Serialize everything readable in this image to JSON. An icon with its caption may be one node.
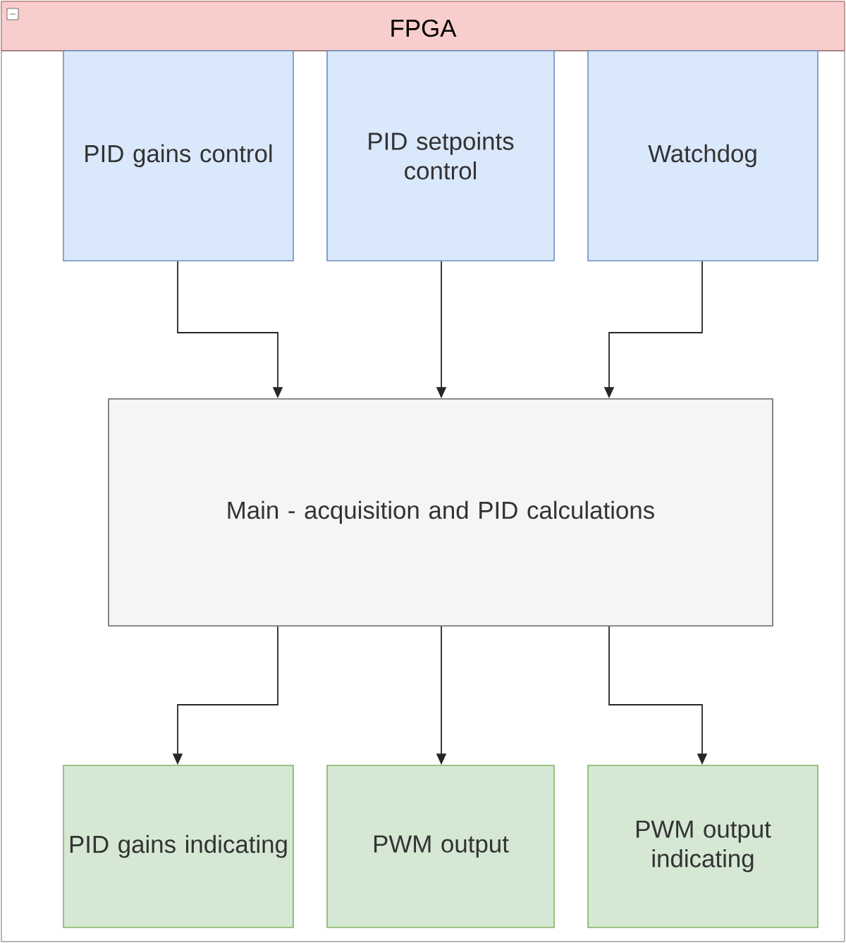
{
  "diagram": {
    "nodes": [
      {
        "text": [
          "FPGA"
        ]
      },
      {
        "text": [
          "PID gains control"
        ],
        "in": 0
      },
      {
        "text": [
          "PID setpoints control"
        ],
        "in": 0
      },
      {
        "text": [
          "Watchdog"
        ],
        "in": 0
      },
      {
        "text": [
          "Main - acquisition and PID calculations"
        ],
        "in": 0
      },
      {
        "text": [
          "PID gains indicating"
        ],
        "in": 0
      },
      {
        "text": [
          "PWM output"
        ],
        "in": 0
      },
      {
        "text": [
          "PWM output indicating"
        ],
        "in": 0
      }
    ],
    "edges": [
      {
        "from": 1,
        "to": 4,
        "arrow": "to"
      },
      {
        "from": 2,
        "to": 4,
        "arrow": "to"
      },
      {
        "from": 3,
        "to": 4,
        "arrow": "to"
      },
      {
        "from": 4,
        "to": 5,
        "arrow": "to"
      },
      {
        "from": 4,
        "to": 6,
        "arrow": "to"
      },
      {
        "from": 4,
        "to": 7,
        "arrow": "to"
      }
    ]
  }
}
